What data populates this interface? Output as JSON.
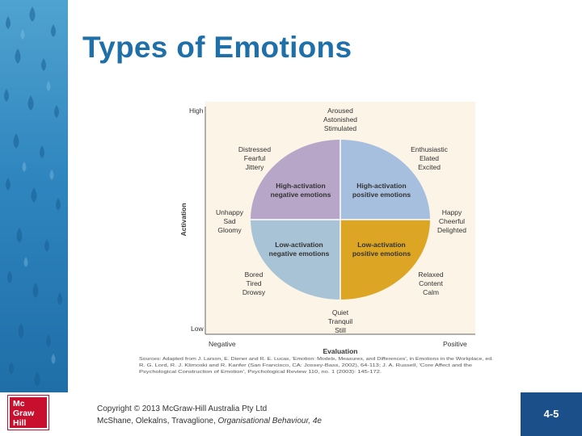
{
  "slide": {
    "title": "Types of Emotions"
  },
  "figure": {
    "y_axis_label": "Activation",
    "y_high": "High",
    "y_low": "Low",
    "x_axis_label": "Evaluation",
    "x_negative": "Negative",
    "x_positive": "Positive",
    "quadrants": {
      "top_left": {
        "line1": "High-activation",
        "line2": "negative emotions",
        "color": "#b7a6c8"
      },
      "top_right": {
        "line1": "High-activation",
        "line2": "positive emotions",
        "color": "#a7bfdf"
      },
      "bottom_left": {
        "line1": "Low-activation",
        "line2": "negative emotions",
        "color": "#a9c3d6"
      },
      "bottom_right": {
        "line1": "Low-activation",
        "line2": "positive emotions",
        "color": "#dca624"
      }
    },
    "groups": {
      "top": [
        "Aroused",
        "Astonished",
        "Stimulated"
      ],
      "top_left": [
        "Distressed",
        "Fearful",
        "Jittery"
      ],
      "top_right": [
        "Enthusiastic",
        "Elated",
        "Excited"
      ],
      "left": [
        "Unhappy",
        "Sad",
        "Gloomy"
      ],
      "right": [
        "Happy",
        "Cheerful",
        "Delighted"
      ],
      "bottom_left": [
        "Bored",
        "Tired",
        "Drowsy"
      ],
      "bottom_right": [
        "Relaxed",
        "Content",
        "Calm"
      ],
      "bottom": [
        "Quiet",
        "Tranquil",
        "Still"
      ]
    },
    "sources": [
      "Sources: Adapted from J. Larson, E. Diener and R. E. Lucas, 'Emotion: Models, Measures, and Differences', in Emotions in the Workplace, ed.",
      "R. G. Lord, R. J. Klimoski and R. Kanfer (San Francisco, CA: Jossey-Bass, 2002), 64-113; J. A. Russell, 'Core Affect and the",
      "Psychological Construction of Emotion', Psychological Review 110, no. 1 (2003): 145-172."
    ],
    "background_color": "#fbf4e7"
  },
  "footer": {
    "logo": [
      "Mc",
      "Graw",
      "Hill"
    ],
    "copyright": "Copyright © 2013 McGraw-Hill Australia Pty Ltd",
    "authors": "McShane, Olekalns, Travaglione, ",
    "book_title": "Organisational Behaviour, 4e",
    "page": "4-5",
    "page_box_color": "#1b4f8a"
  },
  "sidebar": {
    "decoration": "raindrop-pattern",
    "color": "#2f86bf"
  }
}
